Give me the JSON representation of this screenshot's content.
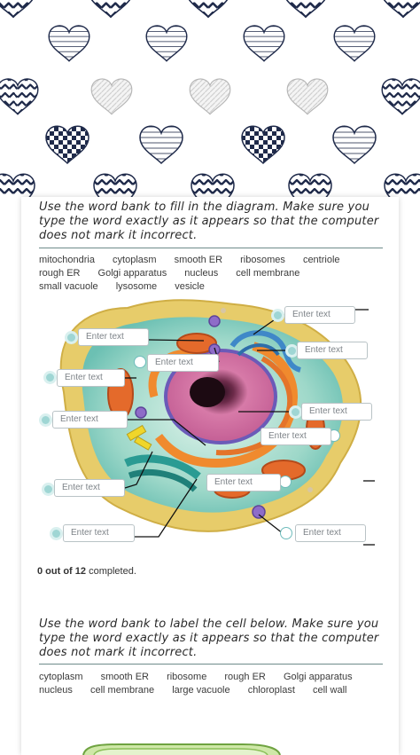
{
  "section1": {
    "instruction": "Use the word bank to fill in the diagram. Make sure you type the word exactly as it appears so that the computer does not mark it incorrect.",
    "word_bank": [
      "mitochondria",
      "cytoplasm",
      "smooth ER",
      "ribosomes",
      "centriole",
      "rough ER",
      "Golgi apparatus",
      "nucleus",
      "cell membrane",
      "small vacuole",
      "lysosome",
      "vesicle"
    ],
    "fields": [
      {
        "placeholder": "Enter text"
      },
      {
        "placeholder": "Enter text"
      },
      {
        "placeholder": "Enter text"
      },
      {
        "placeholder": "Enter text"
      },
      {
        "placeholder": "Enter text"
      },
      {
        "placeholder": "Enter text"
      },
      {
        "placeholder": "Enter text"
      },
      {
        "placeholder": "Enter text"
      },
      {
        "placeholder": "Enter text"
      },
      {
        "placeholder": "Enter text"
      },
      {
        "placeholder": "Enter text"
      },
      {
        "placeholder": "Enter text"
      }
    ],
    "progress_count": "0 out of 12",
    "progress_suffix": "completed."
  },
  "section2": {
    "instruction": "Use the word bank to label the cell below. Make sure you type the word exactly as it appears so that the computer does not mark it incorrect.",
    "word_bank": [
      "cytoplasm",
      "smooth ER",
      "ribosome",
      "rough ER",
      "Golgi apparatus",
      "nucleus",
      "cell membrane",
      "large vacuole",
      "chloroplast",
      "cell wall"
    ]
  },
  "colors": {
    "navy": "#1f2a4a",
    "teal_dot": "#9fd6d4",
    "rule": "#6e8b8a"
  }
}
